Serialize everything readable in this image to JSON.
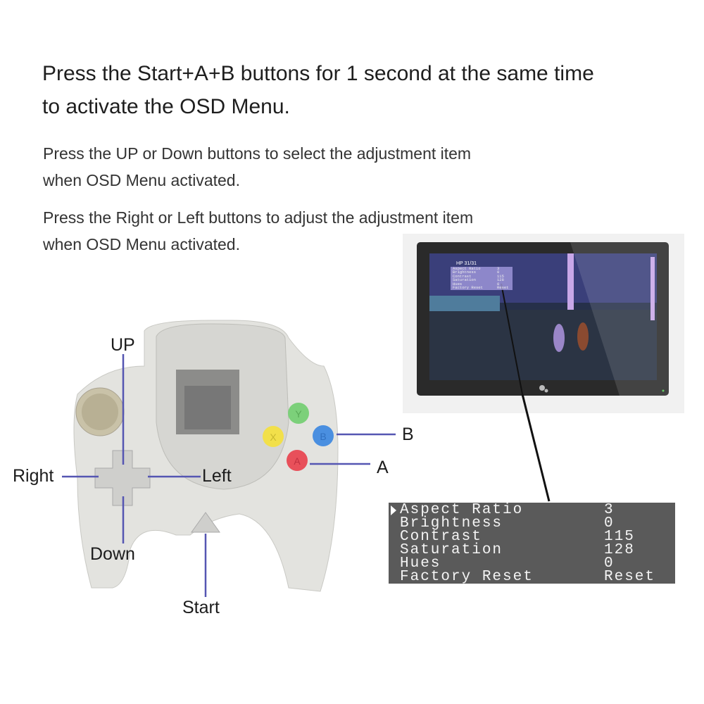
{
  "heading": {
    "line1": "Press the Start+A+B buttons for 1 second at the same time",
    "line2": "to activate the OSD Menu."
  },
  "instructions": [
    {
      "line1": "Press the UP or Down buttons to select the adjustment item",
      "line2": "when OSD Menu activated."
    },
    {
      "line1": "Press the Right or Left buttons to adjust the adjustment item",
      "line2": "when OSD Menu activated."
    }
  ],
  "controller_labels": {
    "up": "UP",
    "down": "Down",
    "right": "Right",
    "left": "Left",
    "start": "Start",
    "a": "A",
    "b": "B"
  },
  "controller_buttons": {
    "x": "X",
    "y": "Y",
    "a": "A",
    "b": "B"
  },
  "screen_hud": {
    "hp": "HP 31/31"
  },
  "osd_menu": {
    "items": [
      {
        "label": "Aspect Ratio",
        "value": "3",
        "selected": true
      },
      {
        "label": "Brightness",
        "value": "0"
      },
      {
        "label": "Contrast",
        "value": "115"
      },
      {
        "label": "Saturation",
        "value": "128"
      },
      {
        "label": "Hues",
        "value": "0"
      },
      {
        "label": "Factory Reset",
        "value": "Reset"
      }
    ]
  },
  "colors": {
    "callout_line": "#5556b2",
    "osd_bg": "#5a5a5a",
    "button_x": "#f2e04a",
    "button_y": "#7cd07a",
    "button_a": "#e8505a",
    "button_b": "#4a8fe0"
  }
}
